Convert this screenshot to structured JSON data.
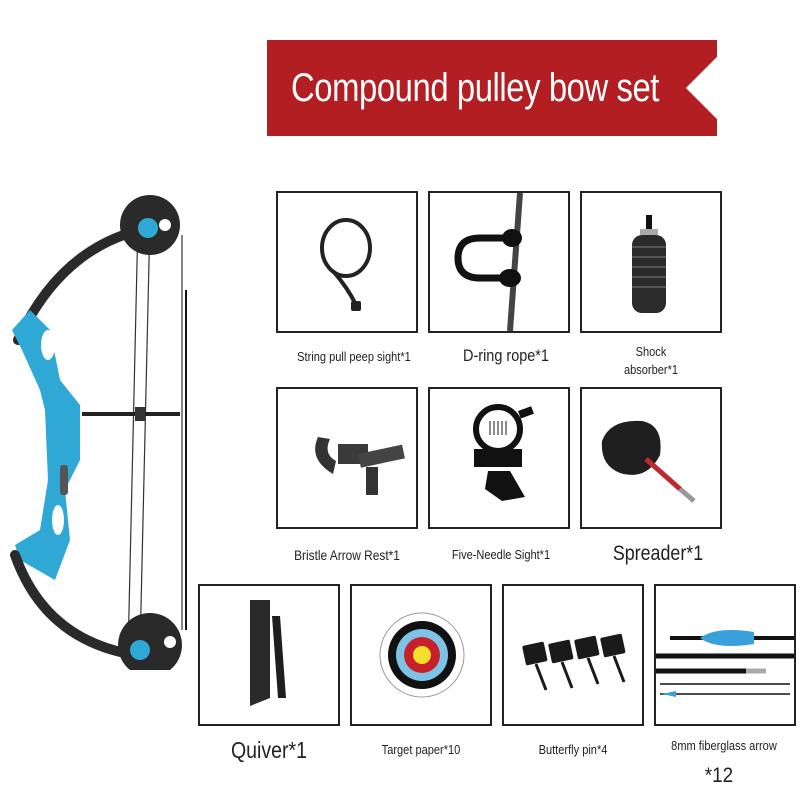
{
  "banner": {
    "title": "Compound pulley bow set"
  },
  "colors": {
    "banner_red": "#b31e22",
    "bow_blue": "#2fa8d6",
    "box_border": "#222222"
  },
  "main_product": {
    "name": "compound-bow",
    "color": "blue"
  },
  "items": [
    {
      "label": "String pull peep sight*1",
      "icon": "peep-sight-cord"
    },
    {
      "label": "D-ring rope*1",
      "icon": "d-loop-rope"
    },
    {
      "label_line1": "Shock",
      "label_line2": "absorber*1",
      "icon": "stabilizer"
    },
    {
      "label": "Bristle Arrow Rest*1",
      "icon": "arrow-rest"
    },
    {
      "label": "Five-Needle Sight*1",
      "icon": "bow-sight"
    },
    {
      "label": "Spreader*1",
      "icon": "release-aid"
    },
    {
      "label": "Quiver*1",
      "icon": "quiver"
    },
    {
      "label": "Target paper*10",
      "icon": "target-face"
    },
    {
      "label": "Butterfly pin*4",
      "icon": "target-pins"
    },
    {
      "label": "8mm fiberglass arrow",
      "label_line2": "*12",
      "icon": "arrows"
    }
  ]
}
